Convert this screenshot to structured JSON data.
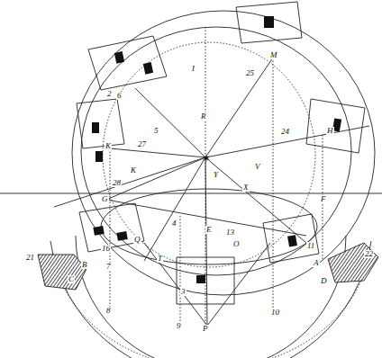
{
  "diagram": {
    "labels": [
      "I",
      "M",
      "25",
      "R",
      "5",
      "H",
      "24",
      "2",
      "6",
      "K",
      "27",
      "V",
      "Y",
      "X",
      "K",
      "28",
      "G",
      "F",
      "E",
      "13",
      "O",
      "4",
      "Q",
      "16",
      "21",
      "B",
      "C",
      "A",
      "22",
      "D",
      "11",
      "T",
      "7",
      "3",
      "8",
      "9",
      "P",
      "10"
    ]
  }
}
